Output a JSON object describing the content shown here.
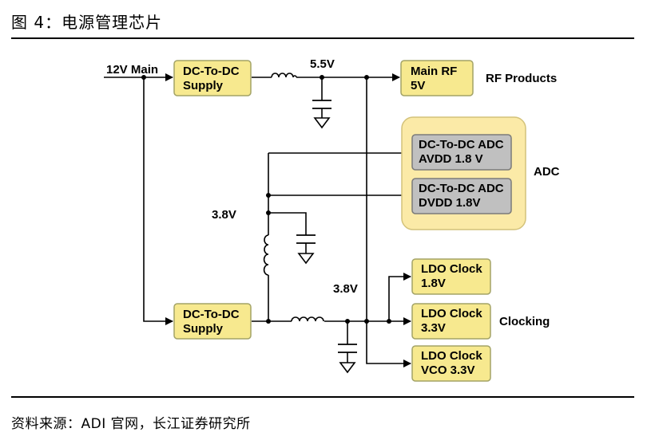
{
  "figure": {
    "title": "图 4：电源管理芯片",
    "source": "资料来源：ADI 官网，长江证券研究所"
  },
  "colors": {
    "box_fill": "#f7e98f",
    "box_stroke": "#a3a367",
    "adc_group_fill": "#fbeaa7",
    "adc_box_fill": "#c0c0c0",
    "wire": "#000000"
  },
  "diagram": {
    "input": "12V Main",
    "dcdc_top": [
      "DC-To-DC",
      "Supply"
    ],
    "dcdc_bottom": [
      "DC-To-DC",
      "Supply"
    ],
    "rail_5v5": "5.5V",
    "rail_3v8_left": "3.8V",
    "rail_3v8_right": "3.8V",
    "main_rf": [
      "Main RF",
      "5V"
    ],
    "rf_products": "RF Products",
    "adc_avdd": [
      "DC-To-DC ADC",
      "AVDD 1.8 V"
    ],
    "adc_dvdd": [
      "DC-To-DC ADC",
      "DVDD 1.8V"
    ],
    "adc_group": "ADC",
    "ldo_clk_18": [
      "LDO Clock",
      "1.8V"
    ],
    "ldo_clk_33": [
      "LDO Clock",
      "3.3V"
    ],
    "ldo_vco": [
      "LDO Clock",
      "VCO 3.3V"
    ],
    "clocking": "Clocking"
  }
}
